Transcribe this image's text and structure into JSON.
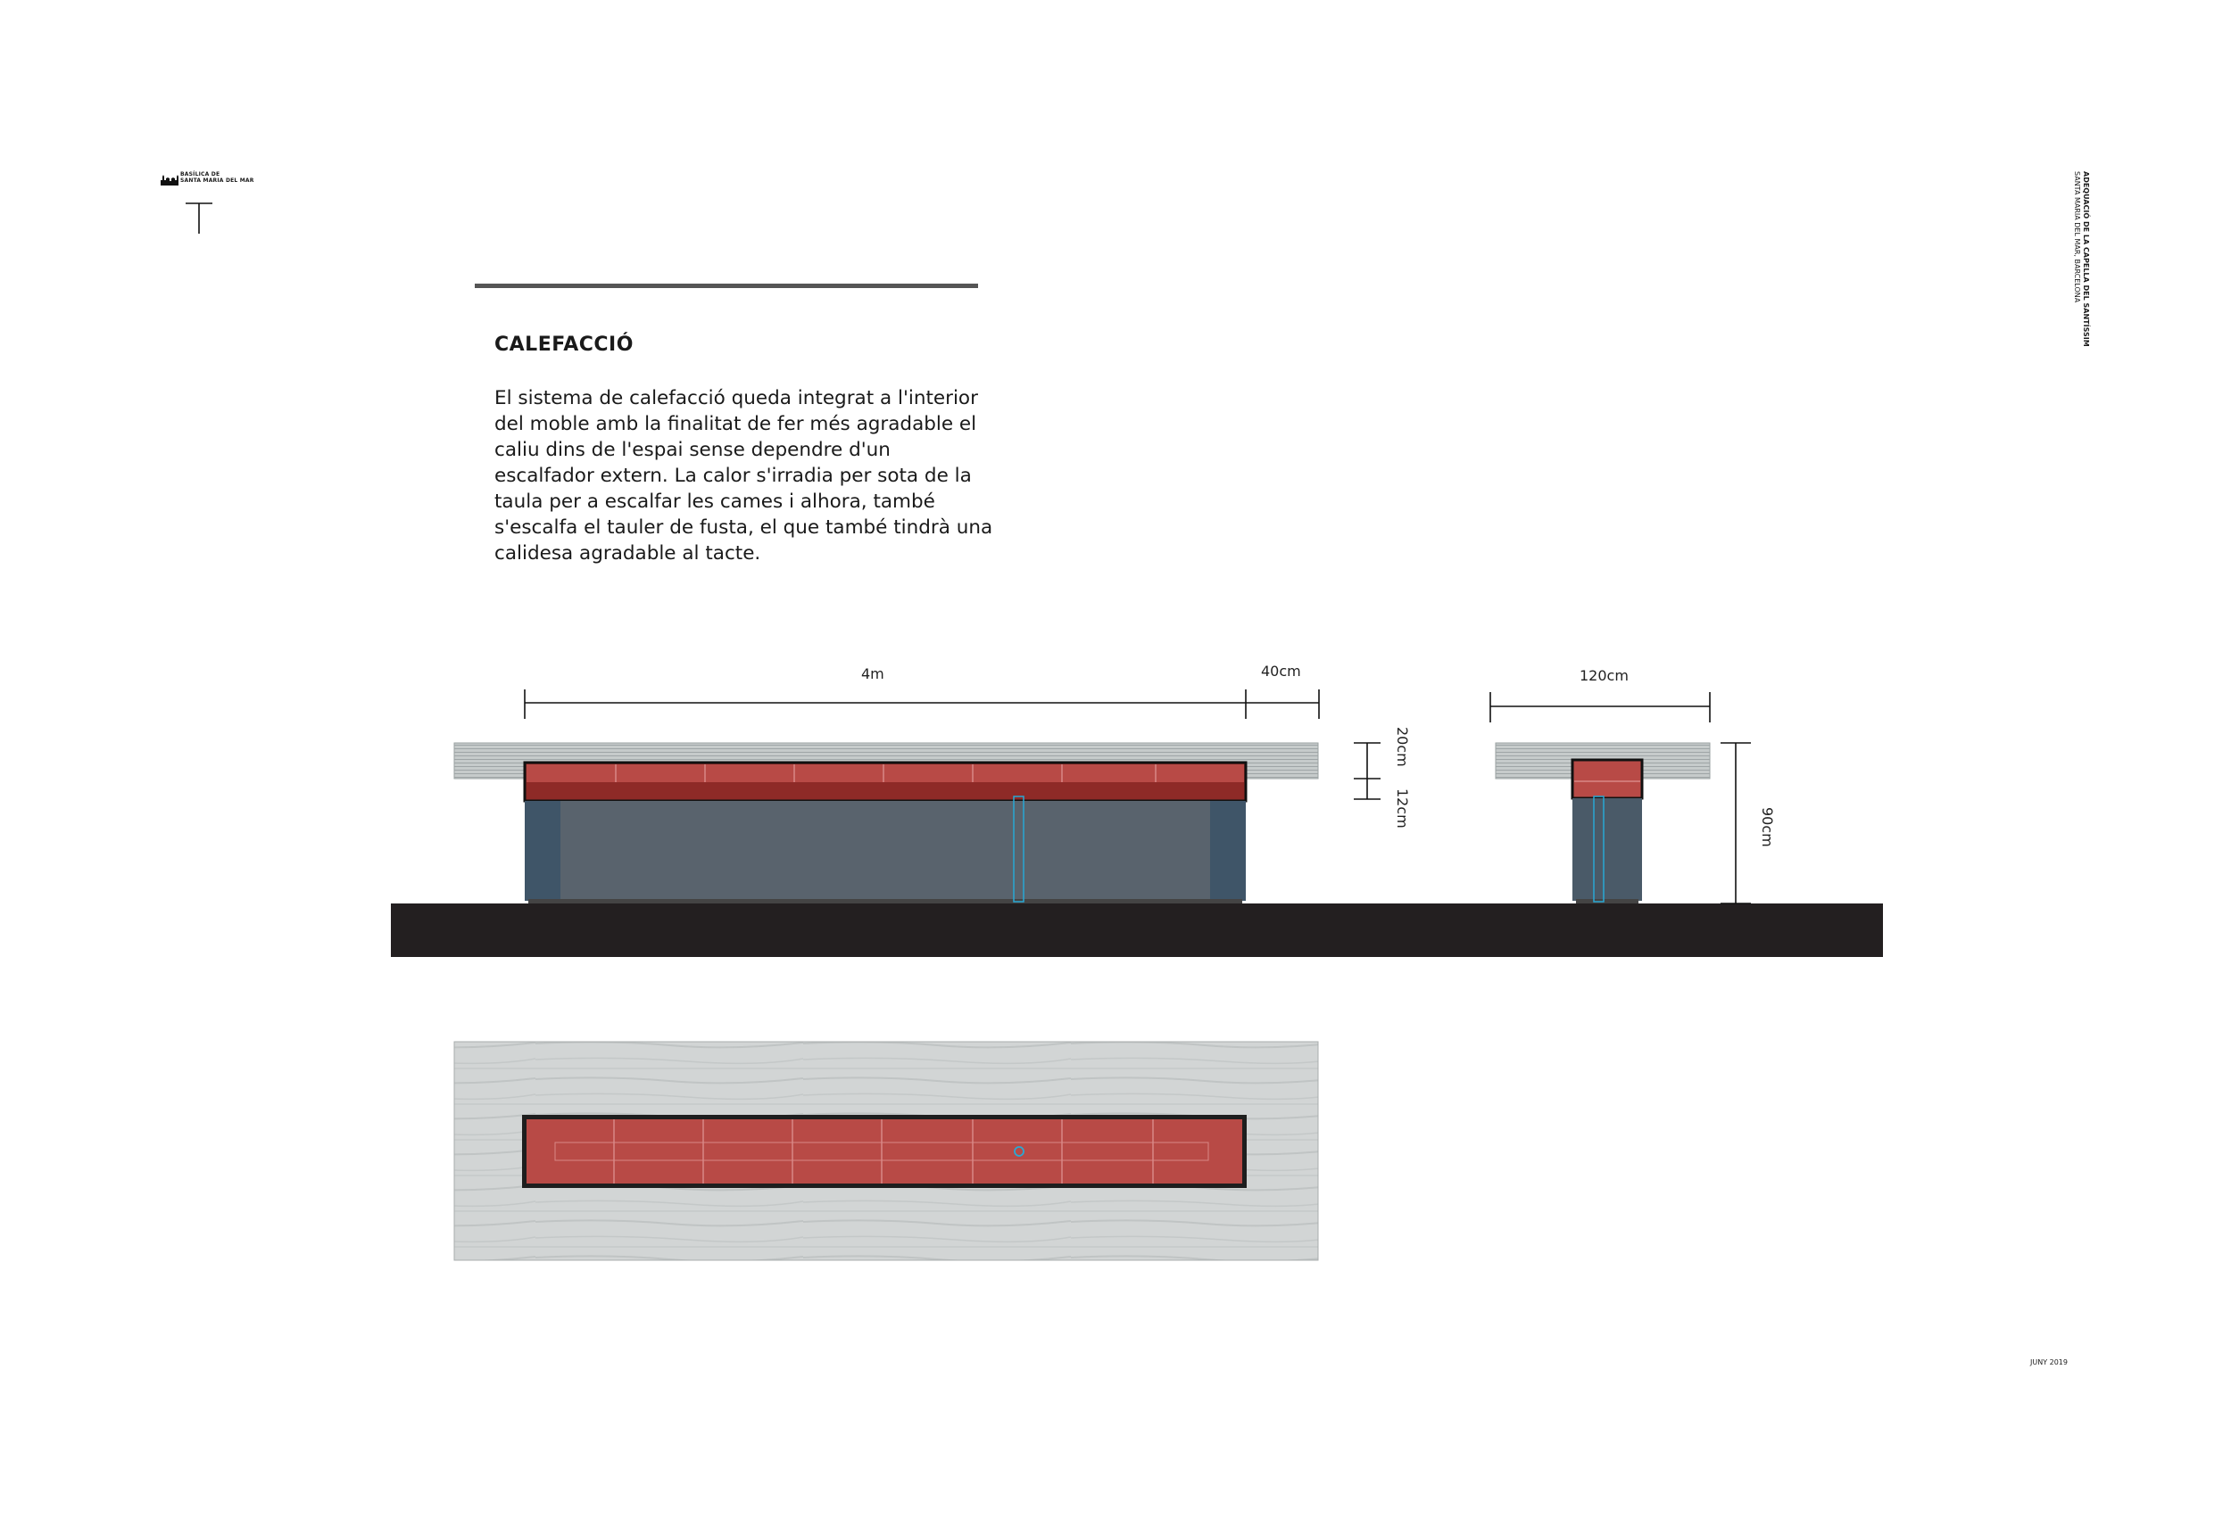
{
  "logo": {
    "line1": "BASÍLICA DE",
    "line2": "SANTA MARIA DEL MAR"
  },
  "side_title": {
    "line1": "ADEQUACIÓ DE LA CAPELLA DEL SANTÍSSIM",
    "line2": "SANTA MARIA DEL MAR, BARCELONA"
  },
  "heading": "CALEFACCIÓ",
  "body": "El sistema de calefacció queda integrat a l'interior del moble amb la finalitat de fer més agradable el caliu dins de l'espai sense dependre d'un escalfador extern. La calor s'irradia per sota de la taula per a escalfar les cames i alhora, també s'escalfa el tauler de fusta, el que també tindrà una calidesa agradable al tacte.",
  "dimensions": {
    "length": "4m",
    "overhang": "40cm",
    "depth": "120cm",
    "top_thickness": "20cm",
    "heater_height": "12cm",
    "height": "90cm"
  },
  "date": "JUNY 2019",
  "colors": {
    "heater": "#b84a46",
    "heater_dark": "#8e2a27",
    "base": "#59636d",
    "base_side": "#3f5568",
    "floor": "#231f20",
    "wood": "#c4c8c8",
    "pipe": "#29a8d4"
  }
}
